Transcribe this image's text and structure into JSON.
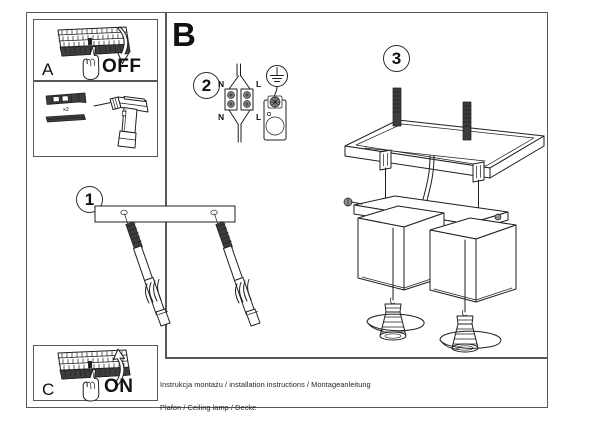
{
  "document": {
    "type": "installation-instruction-sheet",
    "product": "Ceiling lamp / Plafon / Decke",
    "background_color": "#ffffff",
    "line_color": "#1f1f1f",
    "frame_color": "#55585c"
  },
  "section_labels": {
    "b": "B"
  },
  "panels": {
    "a": {
      "letter": "A",
      "action_label": "OFF",
      "icon": "circuit-breaker-panel",
      "hand_icon": "hand-pointing-icon",
      "arrow_icon": "arrow-down-curved-icon"
    },
    "tools": {
      "anchor_label": "x2",
      "icons": [
        "wall-anchor-icon",
        "screw-icon",
        "power-drill-icon"
      ]
    },
    "c": {
      "letter": "C",
      "action_label": "ON",
      "icon": "circuit-breaker-panel",
      "hand_icon": "hand-pointing-icon",
      "arrow_icon": "arrow-up-curved-icon"
    }
  },
  "steps": [
    {
      "number": "1",
      "name": "mounting-bracket-step",
      "description": "mounting bar with two screws and wall anchors"
    },
    {
      "number": "2",
      "name": "wiring-step",
      "terminals_top": {
        "left": "N",
        "right": "L"
      },
      "terminals_bottom": {
        "left": "N",
        "right": "L"
      },
      "ground_symbol": "earth-ground-icon"
    },
    {
      "number": "3",
      "name": "assembly-step",
      "description": "ceiling plate with two cube shades and GU10 spot bulbs"
    }
  ],
  "caption": {
    "line1": "Instrukcja montażu / installation instructions / Montageanleitung",
    "line2": "Plafon / Ceiling lamp / Decke"
  }
}
